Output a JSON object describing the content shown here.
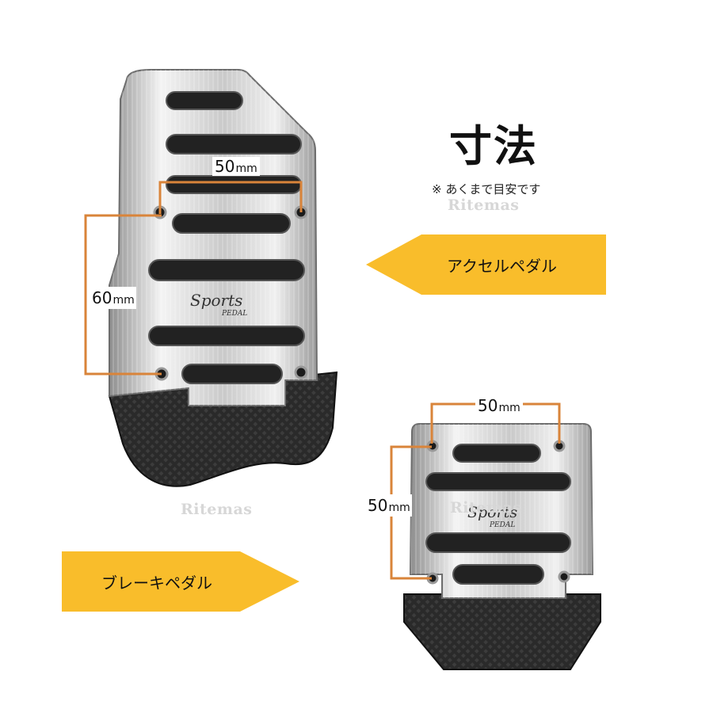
{
  "heading": {
    "title": "寸法",
    "note": "※ あくまで目安です"
  },
  "accel": {
    "label": "アクセルペダル",
    "width_dim": {
      "value": "50",
      "unit": "mm"
    },
    "height_dim": {
      "value": "60",
      "unit": "mm"
    },
    "logo_script": "Sports",
    "logo_sub": "PEDAL"
  },
  "brake": {
    "label": "ブレーキペダル",
    "width_dim": {
      "value": "50",
      "unit": "mm"
    },
    "height_dim": {
      "value": "50",
      "unit": "mm"
    },
    "logo_script": "Sports",
    "logo_sub": "PEDAL"
  },
  "watermark": "Ritemas",
  "colors": {
    "banner": "#f9bd2b",
    "dimension_line": "#d9843a",
    "rubber": "#262626"
  }
}
